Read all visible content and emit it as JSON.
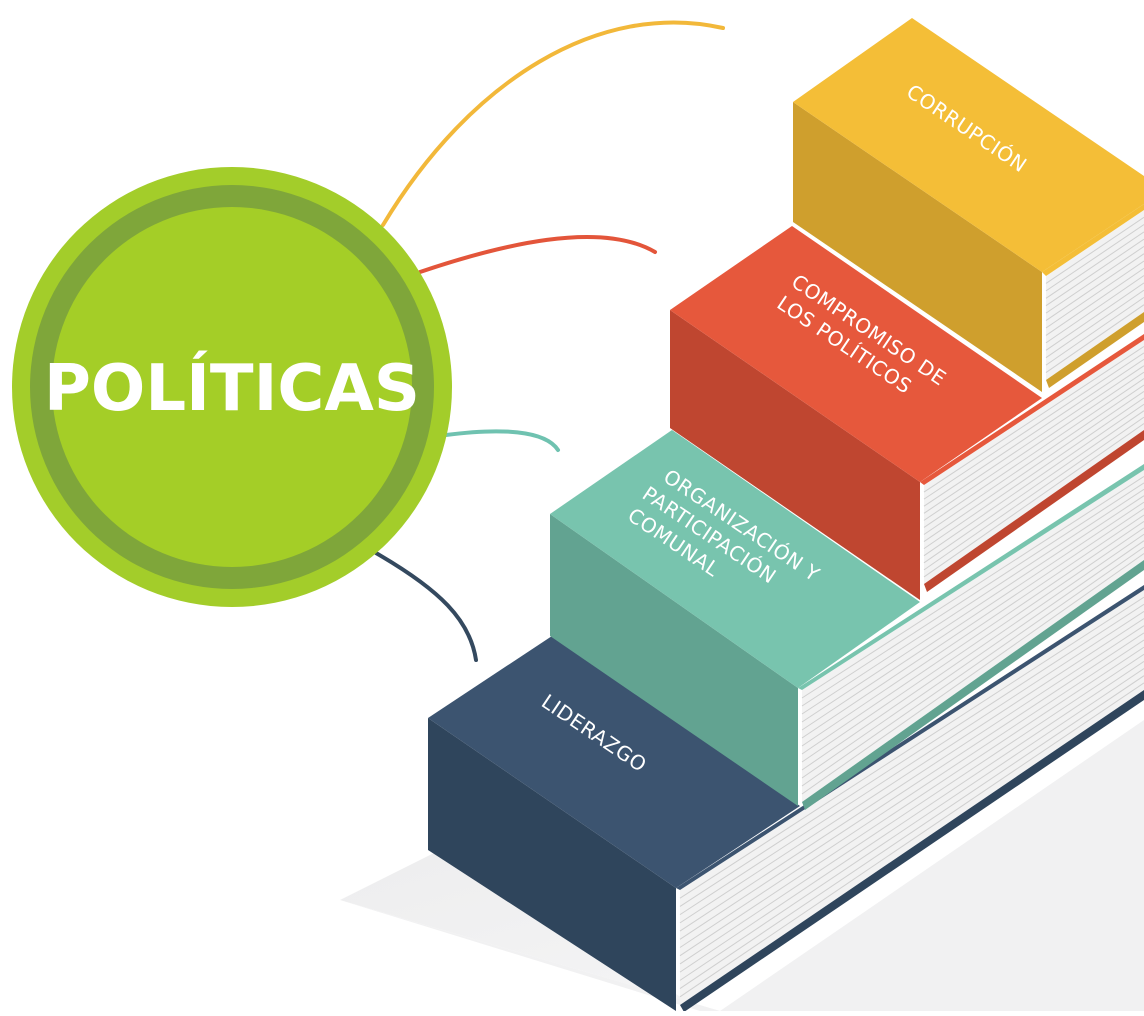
{
  "hub": {
    "label": "POLÍTICAS",
    "color_outer": "#a3cd2a",
    "color_ring": "#7fa63a",
    "color_inner": "#a4ce27"
  },
  "books": [
    {
      "id": "corrupcion",
      "lines": [
        "CORRUPCIÓN"
      ],
      "top": "#f4be37",
      "side": "#cf9f2d",
      "connector": "#f2b83a"
    },
    {
      "id": "compromiso",
      "lines": [
        "COMPROMISO DE",
        "LOS POLÍTICOS"
      ],
      "top": "#e6583c",
      "side": "#bf4630",
      "connector": "#e3553a"
    },
    {
      "id": "organizacion",
      "lines": [
        "ORGANIZACIÓN Y",
        "PARTICIPACIÓN",
        "COMUNAL"
      ],
      "top": "#78c4ae",
      "side": "#62a391",
      "connector": "#6fc2b0"
    },
    {
      "id": "liderazgo",
      "lines": [
        "LIDERAZGO"
      ],
      "top": "#3c5470",
      "side": "#2f455c",
      "connector": "#34495f"
    }
  ]
}
